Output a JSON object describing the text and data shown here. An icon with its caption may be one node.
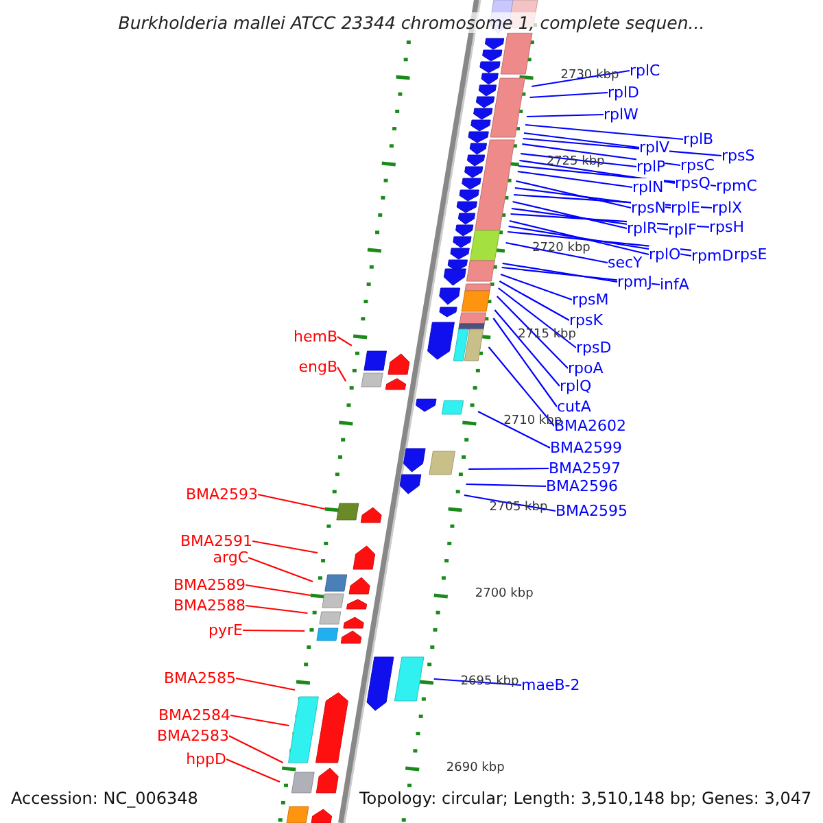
{
  "diagram": {
    "title": "Burkholderia mallei ATCC 23344 chromosome 1, complete sequen...",
    "nodes": [
      {
        "text": [
          "rplC"
        ]
      },
      {
        "text": [
          "rplD"
        ]
      },
      {
        "text": [
          "rplW"
        ]
      },
      {
        "text": [
          "rplB"
        ]
      },
      {
        "text": [
          "rplV"
        ]
      },
      {
        "text": [
          "rpsS"
        ]
      },
      {
        "text": [
          "rpsC"
        ]
      },
      {
        "text": [
          "rplP"
        ]
      },
      {
        "text": [
          "rpsQ"
        ]
      },
      {
        "text": [
          "rpmC"
        ]
      },
      {
        "text": [
          "rplN"
        ]
      },
      {
        "text": [
          "rpsN"
        ]
      },
      {
        "text": [
          "rplE"
        ]
      },
      {
        "text": [
          "rplX"
        ]
      },
      {
        "text": [
          "rplR"
        ]
      },
      {
        "text": [
          "rplF"
        ]
      },
      {
        "text": [
          "rpsH"
        ]
      },
      {
        "text": [
          "rplO"
        ]
      },
      {
        "text": [
          "rpmD"
        ]
      },
      {
        "text": [
          "rpsE"
        ]
      },
      {
        "text": [
          "secY"
        ]
      },
      {
        "text": [
          "rpmJ"
        ]
      },
      {
        "text": [
          "infA"
        ]
      },
      {
        "text": [
          "rpsM"
        ]
      },
      {
        "text": [
          "rpsK"
        ]
      },
      {
        "text": [
          "rpsD"
        ]
      },
      {
        "text": [
          "rpoA"
        ]
      },
      {
        "text": [
          "rplQ"
        ]
      },
      {
        "text": [
          "cutA"
        ]
      },
      {
        "text": [
          "BMA2602"
        ]
      },
      {
        "text": [
          "BMA2599"
        ]
      },
      {
        "text": [
          "BMA2597"
        ]
      },
      {
        "text": [
          "BMA2596"
        ]
      },
      {
        "text": [
          "BMA2595"
        ]
      },
      {
        "text": [
          "maeB-2"
        ]
      },
      {
        "text": [
          "hemB"
        ]
      },
      {
        "text": [
          "engB"
        ]
      },
      {
        "text": [
          "BMA2593"
        ]
      },
      {
        "text": [
          "BMA2591"
        ]
      },
      {
        "text": [
          "argC"
        ]
      },
      {
        "text": [
          "BMA2589"
        ]
      },
      {
        "text": [
          "BMA2588"
        ]
      },
      {
        "text": [
          "pyrE"
        ]
      },
      {
        "text": [
          "BMA2585"
        ]
      },
      {
        "text": [
          "BMA2584"
        ]
      },
      {
        "text": [
          "BMA2583"
        ]
      },
      {
        "text": [
          "hppD"
        ]
      }
    ],
    "edges": [
      {
        "from": 0,
        "to": null,
        "arrow": "none"
      },
      {
        "from": 1,
        "to": null,
        "arrow": "none"
      },
      {
        "from": 2,
        "to": null,
        "arrow": "none"
      },
      {
        "from": 3,
        "to": null,
        "arrow": "none"
      },
      {
        "from": 4,
        "to": null,
        "arrow": "none"
      },
      {
        "from": 5,
        "to": null,
        "arrow": "none"
      },
      {
        "from": 6,
        "to": null,
        "arrow": "none"
      },
      {
        "from": 7,
        "to": null,
        "arrow": "none"
      },
      {
        "from": 8,
        "to": null,
        "arrow": "none"
      },
      {
        "from": 9,
        "to": null,
        "arrow": "none"
      },
      {
        "from": 10,
        "to": null,
        "arrow": "none"
      },
      {
        "from": 11,
        "to": null,
        "arrow": "none"
      },
      {
        "from": 12,
        "to": null,
        "arrow": "none"
      },
      {
        "from": 13,
        "to": null,
        "arrow": "none"
      },
      {
        "from": 14,
        "to": null,
        "arrow": "none"
      },
      {
        "from": 15,
        "to": null,
        "arrow": "none"
      },
      {
        "from": 16,
        "to": null,
        "arrow": "none"
      },
      {
        "from": 17,
        "to": null,
        "arrow": "none"
      },
      {
        "from": 18,
        "to": null,
        "arrow": "none"
      },
      {
        "from": 19,
        "to": null,
        "arrow": "none"
      },
      {
        "from": 20,
        "to": null,
        "arrow": "none"
      },
      {
        "from": 21,
        "to": null,
        "arrow": "none"
      },
      {
        "from": 22,
        "to": null,
        "arrow": "none"
      },
      {
        "from": 23,
        "to": null,
        "arrow": "none"
      },
      {
        "from": 24,
        "to": null,
        "arrow": "none"
      },
      {
        "from": 25,
        "to": null,
        "arrow": "none"
      },
      {
        "from": 26,
        "to": null,
        "arrow": "none"
      },
      {
        "from": 27,
        "to": null,
        "arrow": "none"
      },
      {
        "from": 28,
        "to": null,
        "arrow": "none"
      },
      {
        "from": 29,
        "to": null,
        "arrow": "none"
      },
      {
        "from": 30,
        "to": null,
        "arrow": "none"
      },
      {
        "from": 31,
        "to": null,
        "arrow": "none"
      },
      {
        "from": 32,
        "to": null,
        "arrow": "none"
      },
      {
        "from": 33,
        "to": null,
        "arrow": "none"
      },
      {
        "from": 34,
        "to": null,
        "arrow": "none"
      },
      {
        "from": 35,
        "to": null,
        "arrow": "none",
        "color": "#ff0000"
      },
      {
        "from": 36,
        "to": null,
        "arrow": "none",
        "color": "#ff0000"
      },
      {
        "from": 37,
        "to": null,
        "arrow": "none",
        "color": "#ff0000"
      },
      {
        "from": 38,
        "to": null,
        "arrow": "none",
        "color": "#ff0000"
      },
      {
        "from": 39,
        "to": null,
        "arrow": "none",
        "color": "#ff0000"
      },
      {
        "from": 40,
        "to": null,
        "arrow": "none",
        "color": "#ff0000"
      },
      {
        "from": 41,
        "to": null,
        "arrow": "none",
        "color": "#ff0000"
      },
      {
        "from": 42,
        "to": null,
        "arrow": "none",
        "color": "#ff0000"
      },
      {
        "from": 43,
        "to": null,
        "arrow": "none",
        "color": "#ff0000"
      },
      {
        "from": 44,
        "to": null,
        "arrow": "none",
        "color": "#ff0000"
      },
      {
        "from": 45,
        "to": null,
        "arrow": "none",
        "color": "#ff0000"
      },
      {
        "from": 46,
        "to": null,
        "arrow": "none",
        "color": "#ff0000"
      }
    ],
    "labels": [
      "2730 kbp",
      "2725 kbp",
      "2720 kbp",
      "2715 kbp",
      "2710 kbp",
      "2705 kbp",
      "2700 kbp",
      "2695 kbp",
      "2690 kbp",
      "Accession: NC_006348",
      "Topology: circular; Length: 3,510,148 bp; Genes: 3,047"
    ]
  }
}
